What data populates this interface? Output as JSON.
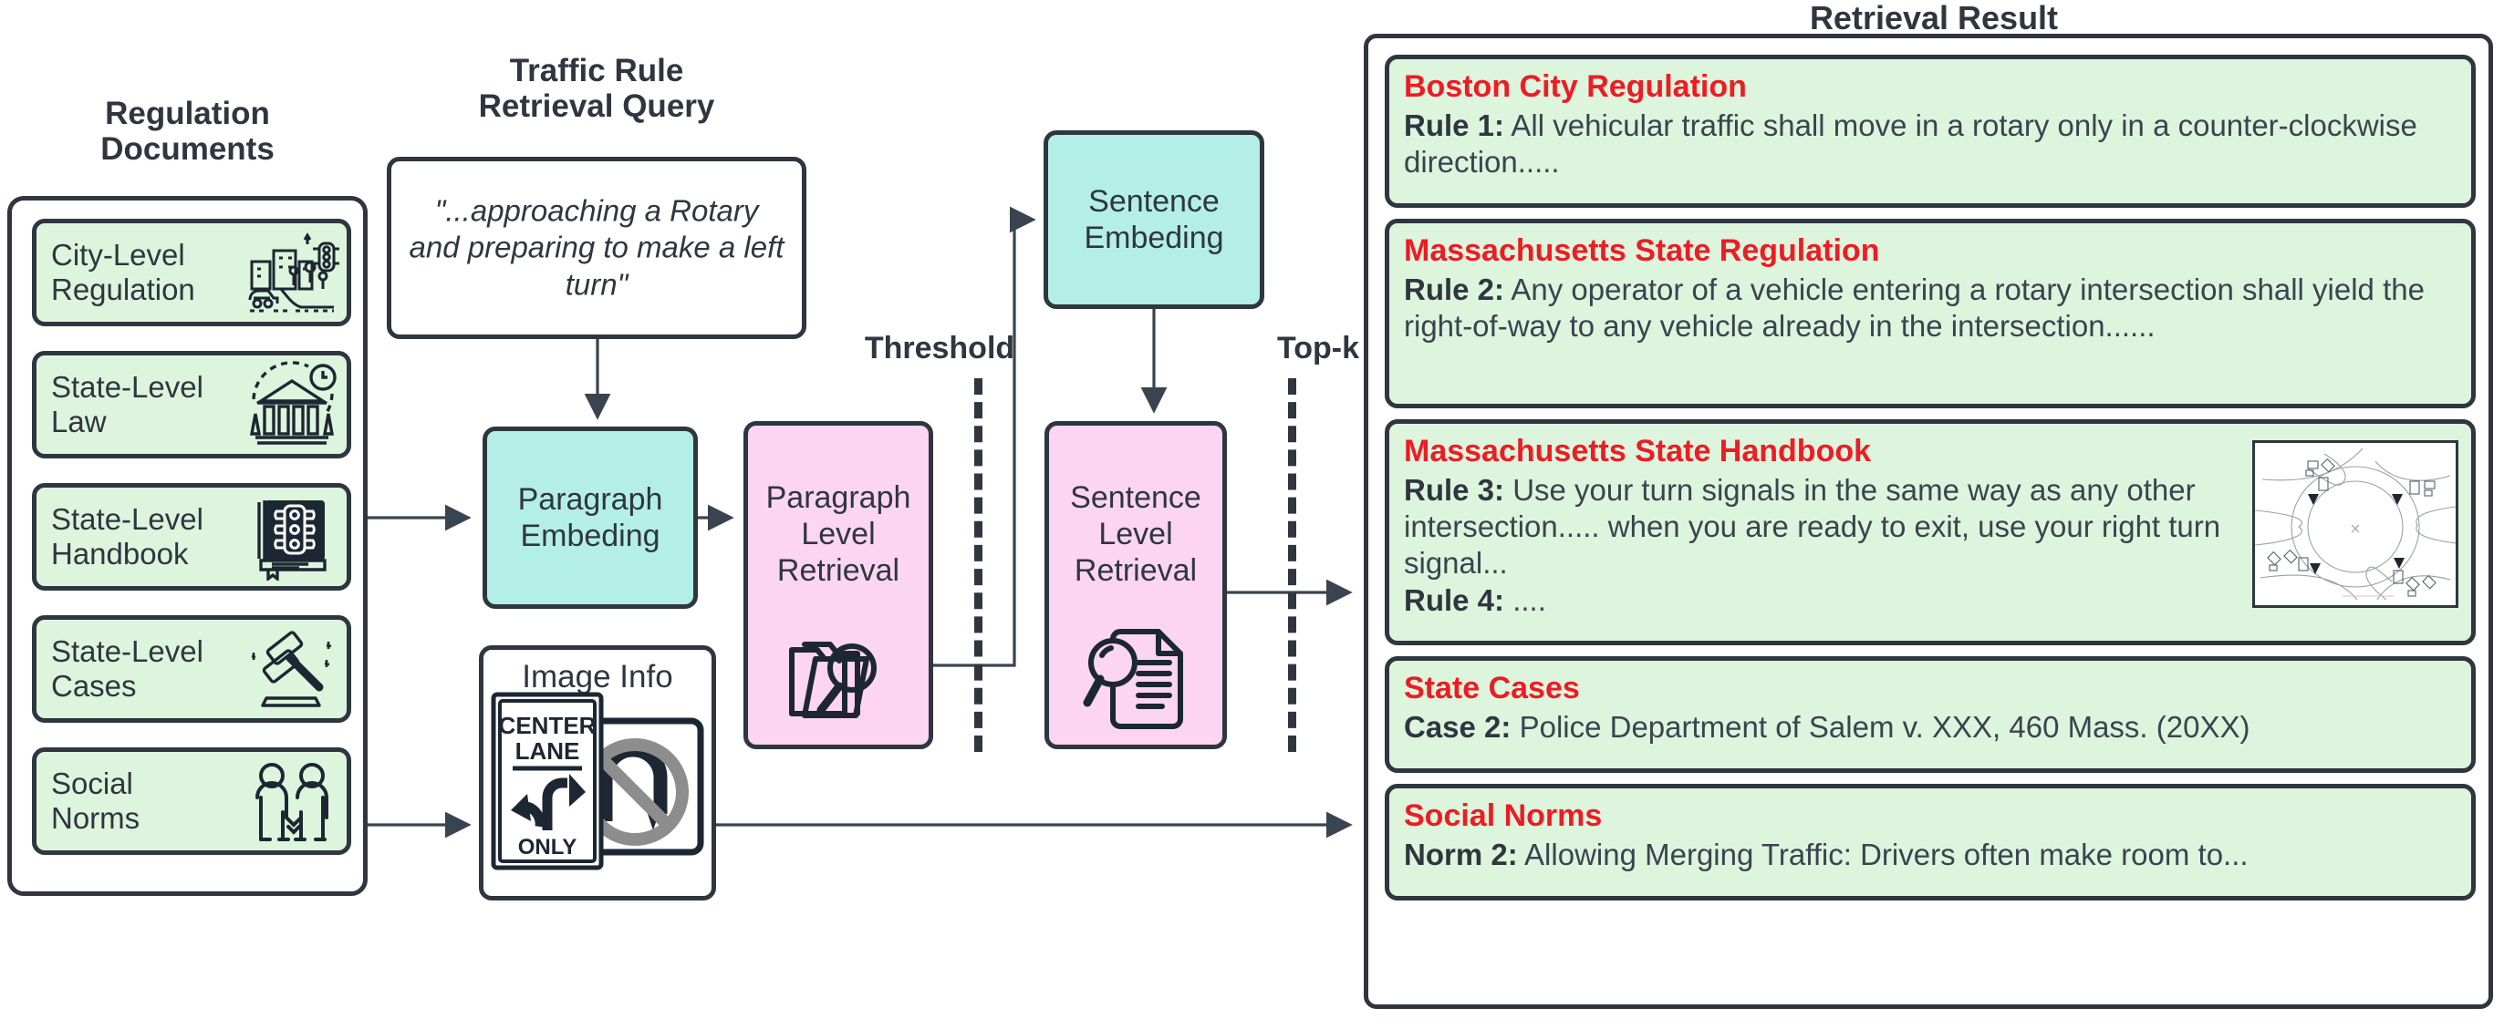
{
  "headers": {
    "regulation_documents": "Regulation\nDocuments",
    "traffic_rule_query": "Traffic Rule\nRetrieval Query",
    "retrieval_result": "Retrieval Result"
  },
  "regulation_documents": {
    "items": [
      {
        "label": "City-Level\nRegulation",
        "icon": "city-traffic-icon"
      },
      {
        "label": "State-Level\nLaw",
        "icon": "courthouse-icon"
      },
      {
        "label": "State-Level\nHandbook",
        "icon": "traffic-light-book-icon"
      },
      {
        "label": "State-Level\nCases",
        "icon": "gavel-icon"
      },
      {
        "label": "Social\nNorms",
        "icon": "handshake-people-icon"
      }
    ]
  },
  "query": {
    "text": "\"...approaching a Rotary and preparing to make a left turn\""
  },
  "pipeline": {
    "paragraph_embedding": "Paragraph\nEmbeding",
    "sentence_embedding": "Sentence\nEmbeding",
    "paragraph_level_retrieval": "Paragraph\nLevel\nRetrieval",
    "sentence_level_retrieval": "Sentence\nLevel\nRetrieval",
    "threshold_label": "Threshold",
    "topk_label": "Top-k"
  },
  "image_info": {
    "title": "Image Info",
    "sign_center_lane": "CENTER",
    "sign_lane": "LANE",
    "sign_only": "ONLY",
    "signs": [
      "center-lane-only-sign-icon",
      "no-u-turn-sign-icon"
    ]
  },
  "results": [
    {
      "source": "Boston City Regulation",
      "rule_label": "Rule 1:",
      "text": "All vehicular traffic shall move in a rotary only in a counter-clockwise direction.....",
      "has_thumbnail": false
    },
    {
      "source": "Massachusetts State Regulation",
      "rule_label": "Rule 2:",
      "text": "Any operator of a vehicle entering a rotary intersection shall yield the right-of-way to any vehicle already in the intersection......",
      "has_thumbnail": false
    },
    {
      "source": "Massachusetts State Handbook",
      "rule_label": "Rule 3:",
      "text": "Use your turn signals in the same way as any other intersection..... when you are ready to exit, use your right turn signal...",
      "rule_label_2": "Rule 4:",
      "text_2": "....",
      "has_thumbnail": true,
      "thumbnail": "roundabout-diagram-image"
    },
    {
      "source": "State Cases",
      "rule_label": "Case 2:",
      "text": "Police Department of Salem v. XXX, 460 Mass. (20XX)",
      "has_thumbnail": false
    },
    {
      "source": "Social Norms",
      "rule_label": "Norm 2:",
      "text": "Allowing Merging Traffic: Drivers often make room to...",
      "has_thumbnail": false
    }
  ],
  "colors": {
    "outline": "#2f3640",
    "teal_node": "#b3efe6",
    "pink_node": "#fbd5f1",
    "green_card": "#ddf5dd",
    "source_red": "#ed1c24"
  }
}
